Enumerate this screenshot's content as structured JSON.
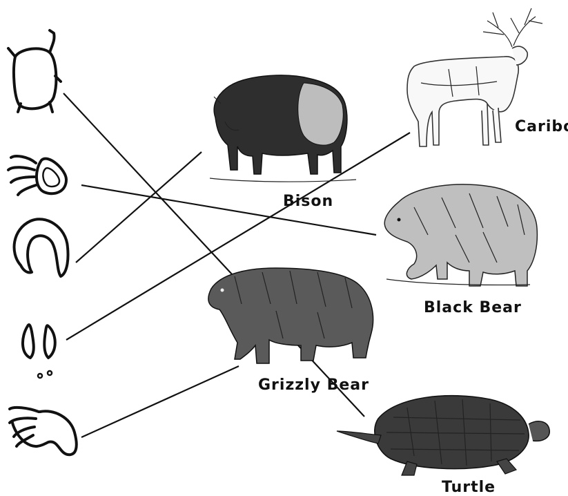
{
  "animals": {
    "caribou": "Caribou",
    "bison": "Bison",
    "black_bear": "Black Bear",
    "grizzly_bear": "Grizzly Bear",
    "turtle": "Turtle"
  },
  "matches": [
    {
      "track": "track-1",
      "animal": "turtle"
    },
    {
      "track": "track-2",
      "animal": "black_bear"
    },
    {
      "track": "track-3",
      "animal": "bison"
    },
    {
      "track": "track-4",
      "animal": "caribou"
    },
    {
      "track": "track-5",
      "animal": "grizzly_bear"
    }
  ]
}
